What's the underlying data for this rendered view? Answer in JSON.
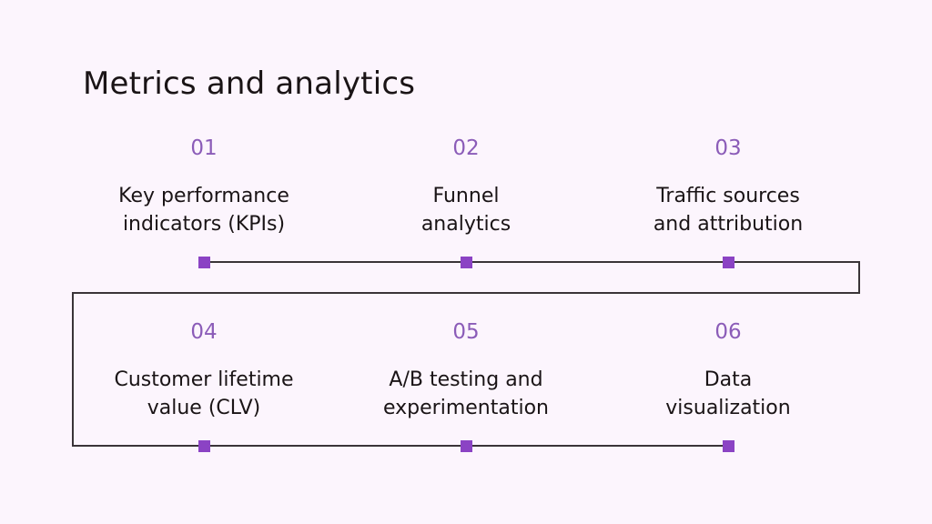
{
  "slide": {
    "title": "Metrics and analytics",
    "background_color": "#fcf5fd",
    "accent_color": "#8b43c4",
    "number_color": "#8b5cb8",
    "text_color": "#1a1416",
    "line_color": "#3a3438"
  },
  "steps": [
    {
      "number": "01",
      "label": "Key performance\nindicators (KPIs)"
    },
    {
      "number": "02",
      "label": "Funnel\nanalytics"
    },
    {
      "number": "03",
      "label": "Traffic sources\nand attribution"
    },
    {
      "number": "04",
      "label": "Customer lifetime\nvalue (CLV)"
    },
    {
      "number": "05",
      "label": "A/B testing and\nexperimentation"
    },
    {
      "number": "06",
      "label": "Data\nvisualization"
    }
  ]
}
